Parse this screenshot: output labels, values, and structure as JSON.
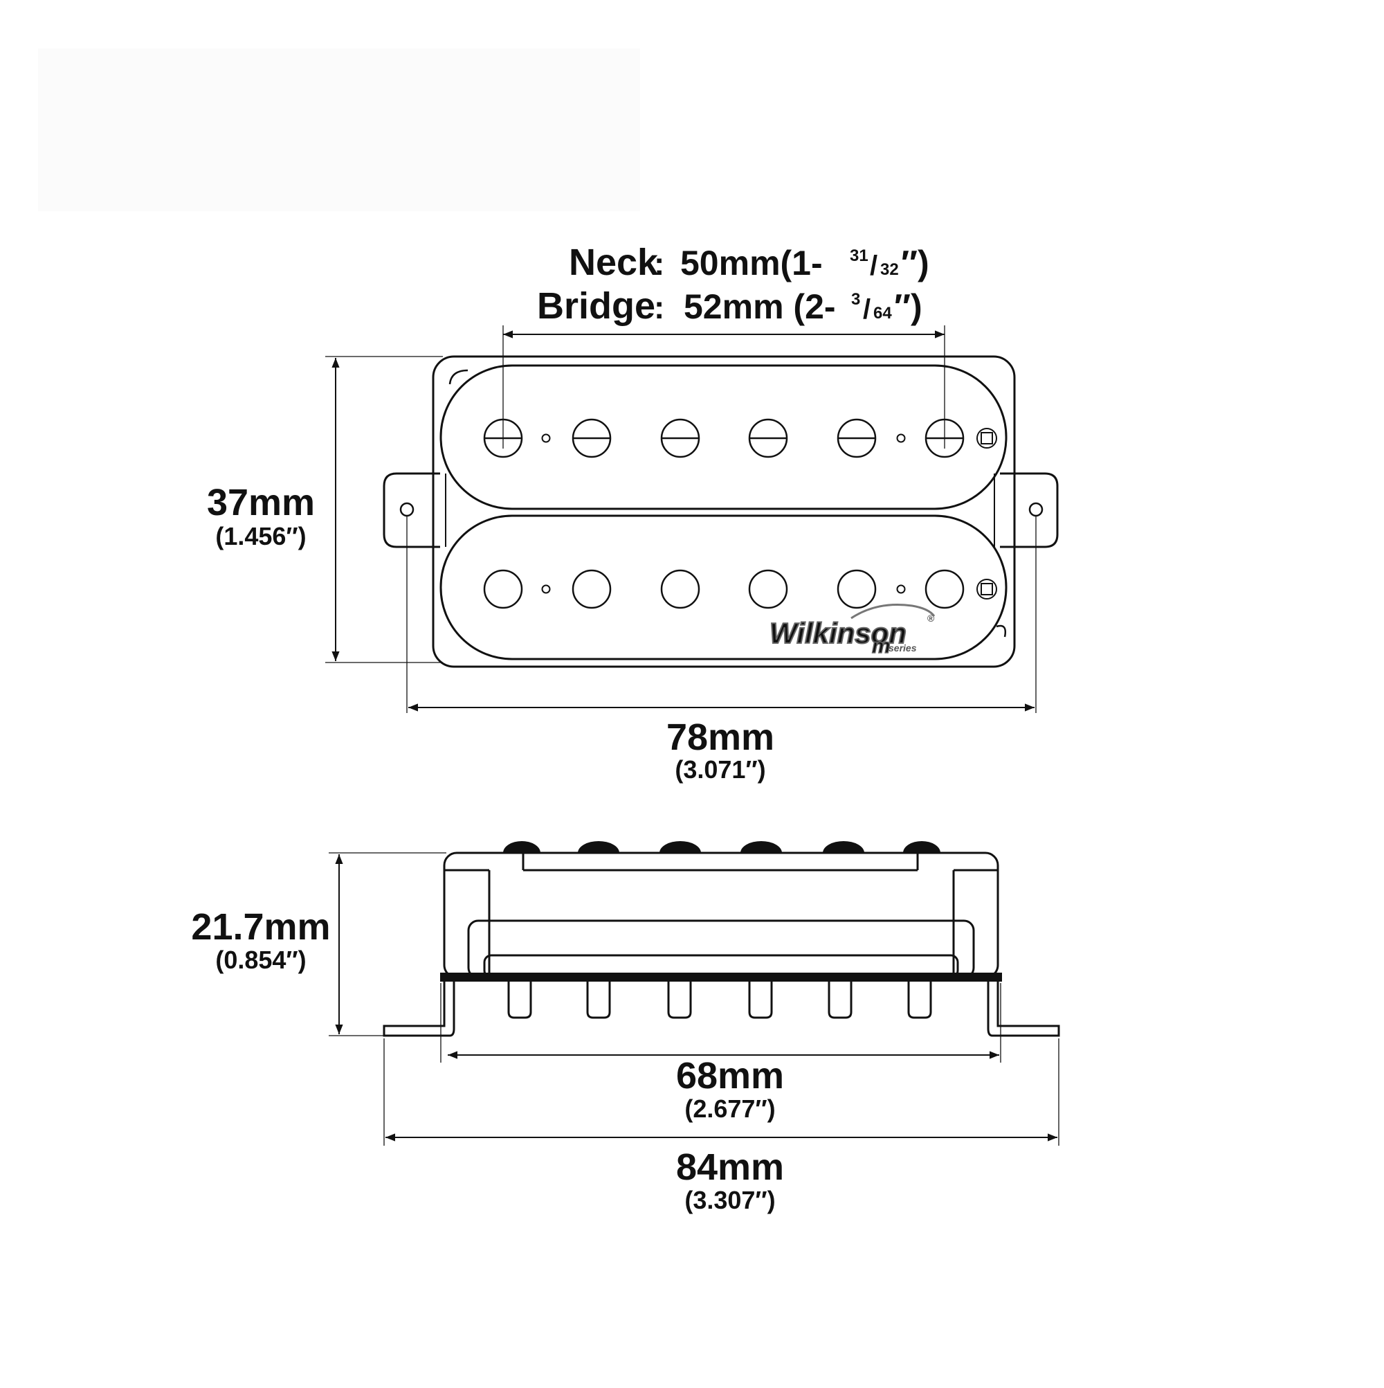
{
  "top_view": {
    "pole_spacing": {
      "neck_label": "Neck",
      "neck_sep": ":",
      "neck_value": "50mm(1-",
      "neck_frac_num": "31",
      "neck_frac_den": "32",
      "neck_unit": "″)",
      "bridge_label": "Bridge",
      "bridge_sep": ":",
      "bridge_value": "52mm (2-",
      "bridge_frac_num": "3",
      "bridge_frac_den": "64",
      "bridge_unit": "″)"
    },
    "height_mm": "37mm",
    "height_in": "(1.456″)",
    "width_mm": "78mm",
    "width_in": "(3.071″)",
    "logo_text": "Wilkinson",
    "logo_sub": "series",
    "logo_m": "m",
    "logo_reg": "®"
  },
  "side_view": {
    "height_mm": "21.7mm",
    "height_in": "(0.854″)",
    "inner_width_mm": "68mm",
    "inner_width_in": "(2.677″)",
    "outer_width_mm": "84mm",
    "outer_width_in": "(3.307″)"
  },
  "colors": {
    "line": "#111111",
    "background": "#ffffff"
  }
}
